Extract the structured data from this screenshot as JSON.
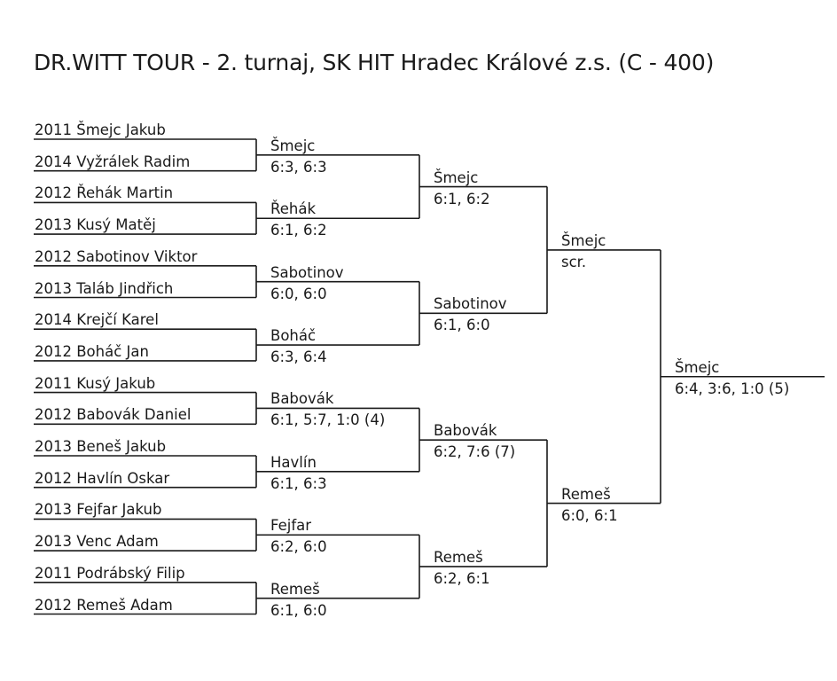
{
  "title": "DR.WITT TOUR - 2. turnaj, SK HIT Hradec Králové z.s. (C - 400)",
  "line_color": "#1a1a1a",
  "rounds": [
    {
      "entries": [
        {
          "name": "2011 Šmejc Jakub"
        },
        {
          "name": "2014 Vyžrálek Radim"
        },
        {
          "name": "2012 Řehák Martin"
        },
        {
          "name": "2013 Kusý Matěj"
        },
        {
          "name": "2012 Sabotinov Viktor"
        },
        {
          "name": "2013 Taláb Jindřich"
        },
        {
          "name": "2014 Krejčí Karel"
        },
        {
          "name": "2012 Boháč Jan"
        },
        {
          "name": "2011 Kusý Jakub"
        },
        {
          "name": "2012 Babovák Daniel"
        },
        {
          "name": "2013 Beneš Jakub"
        },
        {
          "name": "2012 Havlín Oskar"
        },
        {
          "name": "2013 Fejfar  Jakub"
        },
        {
          "name": "2013 Venc Adam"
        },
        {
          "name": "2011 Podrábský Filip"
        },
        {
          "name": "2012 Remeš Adam"
        }
      ]
    },
    {
      "entries": [
        {
          "name": "Šmejc",
          "score": "6:3, 6:3"
        },
        {
          "name": "Řehák",
          "score": "6:1, 6:2"
        },
        {
          "name": "Sabotinov",
          "score": "6:0, 6:0"
        },
        {
          "name": "Boháč",
          "score": "6:3, 6:4"
        },
        {
          "name": "Babovák",
          "score": "6:1, 5:7, 1:0 (4)"
        },
        {
          "name": "Havlín",
          "score": "6:1, 6:3"
        },
        {
          "name": "Fejfar",
          "score": "6:2, 6:0"
        },
        {
          "name": "Remeš",
          "score": "6:1, 6:0"
        }
      ]
    },
    {
      "entries": [
        {
          "name": "Šmejc",
          "score": "6:1, 6:2"
        },
        {
          "name": "Sabotinov",
          "score": "6:1, 6:0"
        },
        {
          "name": "Babovák",
          "score": "6:2, 7:6 (7)"
        },
        {
          "name": "Remeš",
          "score": "6:2, 6:1"
        }
      ]
    },
    {
      "entries": [
        {
          "name": "Šmejc",
          "score": "scr."
        },
        {
          "name": "Remeš",
          "score": "6:0, 6:1"
        }
      ]
    },
    {
      "entries": [
        {
          "name": "Šmejc",
          "score": "6:4, 3:6, 1:0 (5)"
        }
      ]
    }
  ]
}
